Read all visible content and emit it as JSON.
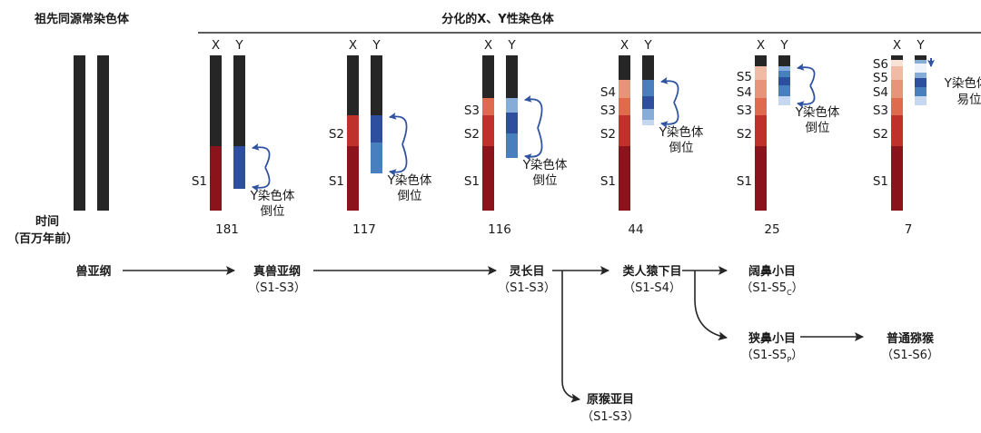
{
  "headings": {
    "ancestral": "祖先同源常染色体",
    "differentiated": "分化的X、Y性染色体",
    "time_label_line1": "时间",
    "time_label_line2": "（百万年前）"
  },
  "colors": {
    "black": "#262626",
    "S1": "#8b141c",
    "S2": "#c1312b",
    "S3": "#e06a4e",
    "S4": "#e8947a",
    "S5": "#efbba4",
    "S6": "#f9e3d6",
    "blue_dark": "#2e4f9e",
    "blue_mid": "#4a7fbd",
    "blue_light": "#86acd8",
    "blue_pale": "#c5d8ef",
    "blue_white": "#eef3fb",
    "arrow_blue": "#2f53a1"
  },
  "pairs": [
    {
      "time_mya": "181",
      "x_label": "X",
      "y_label": "Y",
      "strata_labels": [
        "S1"
      ],
      "annotation": [
        "Y染色体",
        "倒位"
      ],
      "annotation_type": "inversion"
    },
    {
      "time_mya": "117",
      "x_label": "X",
      "y_label": "Y",
      "strata_labels": [
        "S2",
        "S1"
      ],
      "annotation": [
        "Y染色体",
        "倒位"
      ],
      "annotation_type": "inversion"
    },
    {
      "time_mya": "116",
      "x_label": "X",
      "y_label": "Y",
      "strata_labels": [
        "S3",
        "S2",
        "S1"
      ],
      "annotation": [
        "Y染色体",
        "倒位"
      ],
      "annotation_type": "inversion"
    },
    {
      "time_mya": "44",
      "x_label": "X",
      "y_label": "Y",
      "strata_labels": [
        "S4",
        "S3",
        "S2",
        "S1"
      ],
      "annotation": [
        "Y染色体",
        "倒位"
      ],
      "annotation_type": "inversion"
    },
    {
      "time_mya": "25",
      "x_label": "X",
      "y_label": "Y",
      "strata_labels": [
        "S5",
        "S4",
        "S3",
        "S2",
        "S1"
      ],
      "annotation": [
        "Y染色体",
        "倒位"
      ],
      "annotation_type": "inversion"
    },
    {
      "time_mya": "7",
      "x_label": "X",
      "y_label": "Y",
      "strata_labels": [
        "S6",
        "S5",
        "S4",
        "S3",
        "S2",
        "S1"
      ],
      "annotation": [
        "Y染色体",
        "易位"
      ],
      "annotation_type": "translocation"
    }
  ],
  "lineage": {
    "nodes": [
      {
        "id": "theria_anc",
        "name": "兽亚纲",
        "strata": ""
      },
      {
        "id": "eutheria",
        "name": "真兽亚纲",
        "strata": "（S1-S3）"
      },
      {
        "id": "primates",
        "name": "灵长目",
        "strata": "（S1-S3）"
      },
      {
        "id": "simiiformes",
        "name": "类人猿下目",
        "strata": "（S1-S4）"
      },
      {
        "id": "platyrrhini",
        "name": "阔鼻小目",
        "strata": "（S1-S5",
        "strata_sub": "C",
        "strata_end": "）"
      },
      {
        "id": "catarrhini",
        "name": "狭鼻小目",
        "strata": "（S1-S5",
        "strata_sub": "P",
        "strata_end": "）"
      },
      {
        "id": "macaque",
        "name": "普通猕猴",
        "strata": "（S1-S6）"
      },
      {
        "id": "strepsirrhini",
        "name": "原猴亚目",
        "strata": "（S1-S3）"
      }
    ]
  }
}
